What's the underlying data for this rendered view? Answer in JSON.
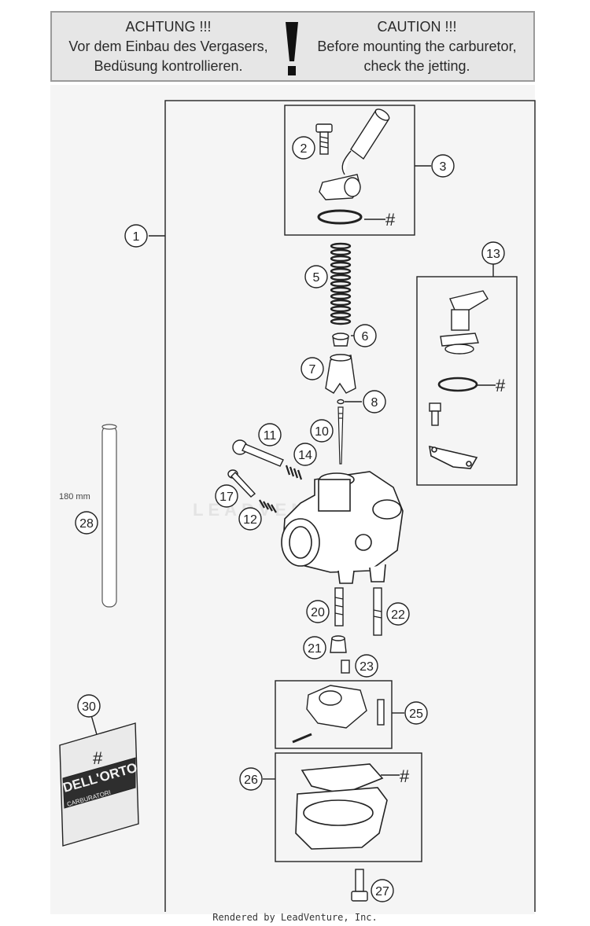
{
  "warning": {
    "de_title": "ACHTUNG !!!",
    "de_line1": "Vor dem Einbau des Vergasers,",
    "de_line2": "Bedüsung kontrollieren.",
    "en_title": "CAUTION !!!",
    "en_line1": "Before mounting the carburetor,",
    "en_line2": "check the jetting."
  },
  "callouts": {
    "c1": "1",
    "c2": "2",
    "c3": "3",
    "c5": "5",
    "c6": "6",
    "c7": "7",
    "c8": "8",
    "c10": "10",
    "c11": "11",
    "c12": "12",
    "c13": "13",
    "c14": "14",
    "c17": "17",
    "c20": "20",
    "c21": "21",
    "c22": "22",
    "c23": "23",
    "c25": "25",
    "c26": "26",
    "c27": "27",
    "c28": "28",
    "c30": "30"
  },
  "hash_mark": "#",
  "hose_length": "180 mm",
  "kit_bag": {
    "brand": "DELL'ORTO",
    "sub": "CARBURATORI"
  },
  "watermark": "LEADVENTURE",
  "footer": "Rendered by LeadVenture, Inc.",
  "colors": {
    "line": "#222222",
    "panel": "#f5f5f5",
    "warning_bg": "#e6e6e6"
  }
}
